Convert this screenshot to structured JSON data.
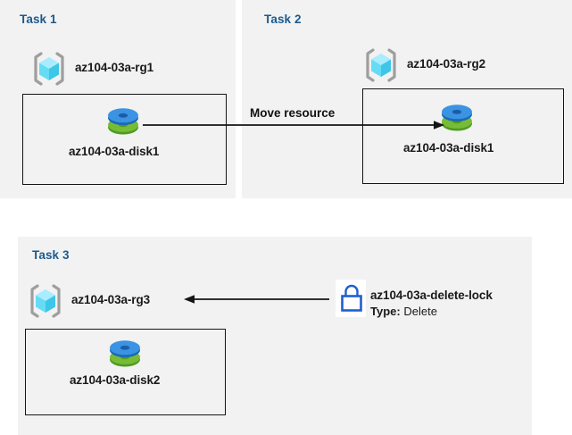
{
  "diagram": {
    "title": "Azure resource group tasks diagram",
    "background": "#ffffff",
    "panel_fill": "#f2f2f2",
    "title_color": "#1b5a8e",
    "line_color": "#151515",
    "lock_color": "#1f5fd0"
  },
  "panels": [
    {
      "id": "task1",
      "title": "Task 1",
      "resource_group": {
        "icon": "resource-group-cube-icon",
        "label": "az104-03a-rg1"
      },
      "resource": {
        "icon": "managed-disk-icon",
        "label": "az104-03a-disk1"
      }
    },
    {
      "id": "task2",
      "title": "Task 2",
      "resource_group": {
        "icon": "resource-group-cube-icon",
        "label": "az104-03a-rg2"
      },
      "resource": {
        "icon": "managed-disk-icon",
        "label": "az104-03a-disk1"
      }
    },
    {
      "id": "task3",
      "title": "Task 3",
      "resource_group": {
        "icon": "resource-group-cube-icon",
        "label": "az104-03a-rg3"
      },
      "resource": {
        "icon": "managed-disk-icon",
        "label": "az104-03a-disk2"
      },
      "lock": {
        "icon": "padlock-icon",
        "label": "az104-03a-delete-lock",
        "type_key": "Type:",
        "type_value": "Delete"
      }
    }
  ],
  "connectors": [
    {
      "id": "move-resource",
      "label": "Move resource",
      "from": "az104-03a-disk1 (Task 1)",
      "to": "az104-03a-disk1 (Task 2)",
      "direction": "right"
    },
    {
      "id": "lock-applies-to-rg3",
      "label": "",
      "from": "az104-03a-delete-lock",
      "to": "az104-03a-rg3",
      "direction": "left"
    }
  ]
}
